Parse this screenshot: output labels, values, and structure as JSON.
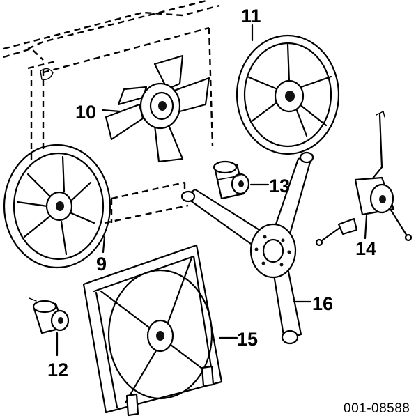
{
  "diagram": {
    "callouts": [
      {
        "label": "9"
      },
      {
        "label": "10"
      },
      {
        "label": "11"
      },
      {
        "label": "12"
      },
      {
        "label": "13"
      },
      {
        "label": "14"
      },
      {
        "label": "15"
      },
      {
        "label": "16"
      }
    ],
    "document_id": "001-08588"
  }
}
